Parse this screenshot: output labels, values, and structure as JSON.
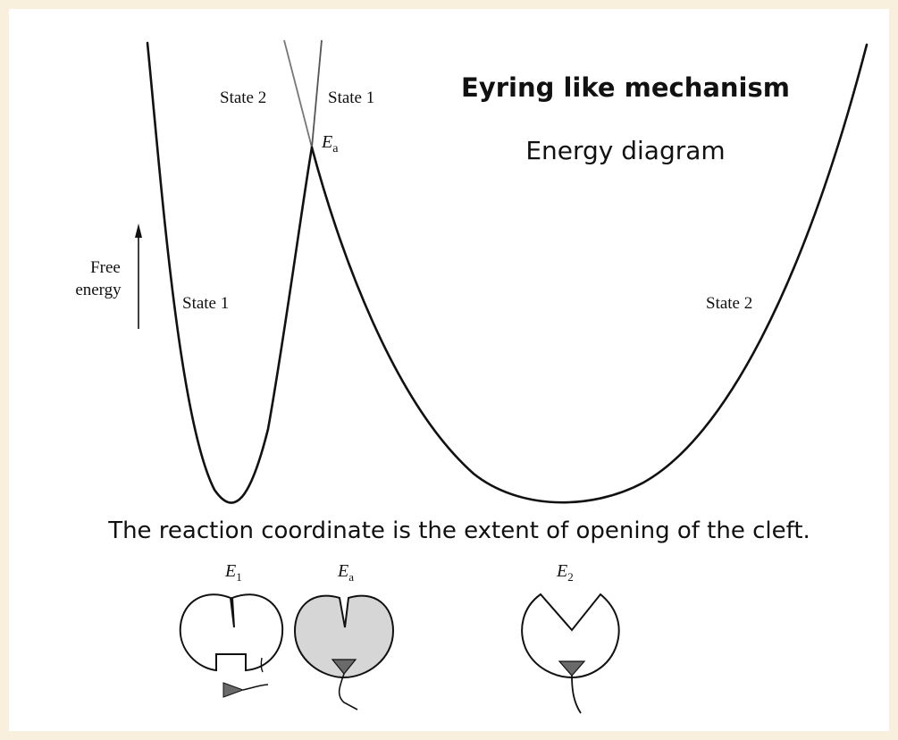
{
  "title": "Eyring like mechanism",
  "subtitle": "Energy diagram",
  "axis_label": {
    "line1": "Free",
    "line2": "energy"
  },
  "curve_labels": {
    "state2_top": "State 2",
    "state1_top": "State 1",
    "state1_left": "State 1",
    "state2_right": "State 2"
  },
  "transition_label": {
    "base": "E",
    "sub": "a"
  },
  "caption": "The reaction coordinate is the extent of opening of the cleft.",
  "enzyme_states": [
    {
      "base": "E",
      "sub": "1"
    },
    {
      "base": "E",
      "sub": "a"
    },
    {
      "base": "E",
      "sub": "2"
    }
  ],
  "colors": {
    "page_background": "#f8f0dc",
    "panel": "#ffffff",
    "ink": "#111111",
    "shaded_enzyme": "#d6d6d6",
    "substrate": "#6a6a6a"
  }
}
